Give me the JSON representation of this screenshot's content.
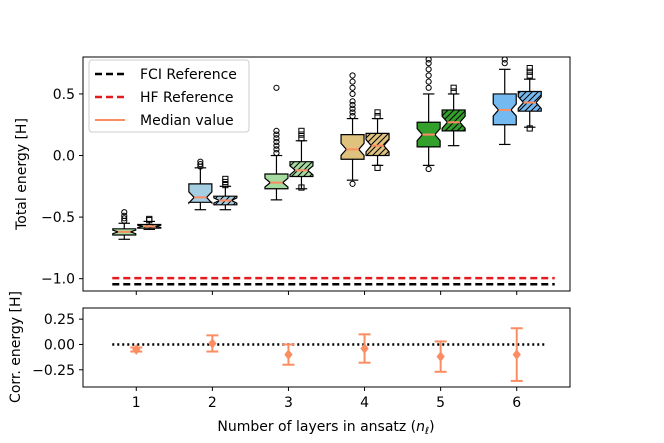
{
  "chart_data": [
    {
      "type": "box",
      "title": "",
      "xlabel": "",
      "ylabel": "Total energy [H]",
      "ylim": [
        -1.1,
        0.8
      ],
      "yticks": [
        -1.0,
        -0.5,
        0.0,
        0.5
      ],
      "ytick_labels": [
        "−1.0",
        "−0.5",
        "0.0",
        "0.5"
      ],
      "grid": false,
      "legend_placement": "top-left",
      "legend": [
        {
          "label": "FCI Reference",
          "color": "#000000",
          "style": "dashed"
        },
        {
          "label": "HF Reference",
          "color": "#e41a1c",
          "style": "dashed"
        },
        {
          "label": "Median value",
          "color": "#fc8d62",
          "style": "solid"
        }
      ],
      "references": {
        "fci": -1.045,
        "hf": -0.995
      },
      "groups": [
        {
          "layers": 1,
          "color": "#a6dba0",
          "boxes": [
            {
              "hatched": false,
              "whislo": -0.68,
              "q1": -0.645,
              "med": -0.62,
              "q3": -0.595,
              "whishi": -0.55,
              "fliers": [
                -0.53,
                -0.51,
                -0.49,
                -0.46
              ]
            },
            {
              "hatched": true,
              "whislo": -0.6,
              "q1": -0.59,
              "med": -0.575,
              "q3": -0.56,
              "whishi": -0.535,
              "fliers": [
                -0.525,
                -0.515
              ]
            }
          ]
        },
        {
          "layers": 2,
          "color": "#a6cee3",
          "boxes": [
            {
              "hatched": false,
              "whislo": -0.44,
              "q1": -0.38,
              "med": -0.34,
              "q3": -0.23,
              "whishi": -0.1,
              "fliers": [
                -0.09,
                -0.07,
                -0.05
              ]
            },
            {
              "hatched": true,
              "whislo": -0.44,
              "q1": -0.4,
              "med": -0.365,
              "q3": -0.33,
              "whishi": -0.25,
              "fliers": [
                -0.24,
                -0.215,
                -0.19
              ]
            }
          ]
        },
        {
          "layers": 3,
          "color": "#a6dba0",
          "boxes": [
            {
              "hatched": false,
              "whislo": -0.36,
              "q1": -0.27,
              "med": -0.22,
              "q3": -0.15,
              "whishi": 0.0,
              "fliers": [
                0.02,
                0.05,
                0.08,
                0.11,
                0.14,
                0.17,
                0.2,
                0.55
              ]
            },
            {
              "hatched": true,
              "whislo": -0.27,
              "q1": -0.17,
              "med": -0.12,
              "q3": -0.05,
              "whishi": 0.12,
              "fliers": [
                -0.26,
                0.14,
                0.17,
                0.2
              ]
            }
          ]
        },
        {
          "layers": 4,
          "color": "#dfc27d",
          "boxes": [
            {
              "hatched": false,
              "whislo": -0.2,
              "q1": -0.03,
              "med": 0.05,
              "q3": 0.17,
              "whishi": 0.3,
              "fliers": [
                -0.23,
                0.32,
                0.35,
                0.38,
                0.41,
                0.44,
                0.5,
                0.55,
                0.6,
                0.65
              ]
            },
            {
              "hatched": true,
              "whislo": -0.08,
              "q1": 0.0,
              "med": 0.08,
              "q3": 0.18,
              "whishi": 0.3,
              "fliers": [
                -0.1,
                0.32,
                0.35
              ]
            }
          ]
        },
        {
          "layers": 5,
          "color": "#33a02c",
          "boxes": [
            {
              "hatched": false,
              "whislo": -0.08,
              "q1": 0.07,
              "med": 0.17,
              "q3": 0.27,
              "whishi": 0.5,
              "fliers": [
                -0.11,
                0.55,
                0.6,
                0.65,
                0.7,
                0.75,
                0.78
              ]
            },
            {
              "hatched": true,
              "whislo": 0.08,
              "q1": 0.2,
              "med": 0.27,
              "q3": 0.37,
              "whishi": 0.5,
              "fliers": [
                0.52,
                0.55
              ]
            }
          ]
        },
        {
          "layers": 6,
          "color": "#74b9f0",
          "boxes": [
            {
              "hatched": false,
              "whislo": 0.09,
              "q1": 0.25,
              "med": 0.37,
              "q3": 0.5,
              "whishi": 0.7,
              "fliers": [
                0.75,
                0.78
              ]
            },
            {
              "hatched": true,
              "whislo": 0.23,
              "q1": 0.36,
              "med": 0.43,
              "q3": 0.52,
              "whishi": 0.62,
              "fliers": [
                0.22,
                0.65,
                0.68,
                0.71
              ]
            }
          ]
        }
      ]
    },
    {
      "type": "errorbar",
      "title": "",
      "xlabel": "Number of layers in ansatz (n_ℓ)",
      "xlabel_text": "Number of layers in ansatz (",
      "xlabel_symbol": "n",
      "xlabel_sub": "ℓ",
      "xlabel_close": ")",
      "ylabel": "Corr. energy [H]",
      "xlim": [
        0.3,
        6.7
      ],
      "ylim": [
        -0.42,
        0.36
      ],
      "xticks": [
        1,
        2,
        3,
        4,
        5,
        6
      ],
      "xtick_labels": [
        "1",
        "2",
        "3",
        "4",
        "5",
        "6"
      ],
      "yticks": [
        -0.25,
        0.0,
        0.25
      ],
      "ytick_labels": [
        "−0.25",
        "0.00",
        "0.25"
      ],
      "zero_line": 0.0,
      "color": "#fc8d62",
      "points": [
        {
          "x": 1,
          "y": -0.05,
          "err": 0.02
        },
        {
          "x": 2,
          "y": 0.01,
          "err": 0.08
        },
        {
          "x": 3,
          "y": -0.1,
          "err": 0.1
        },
        {
          "x": 4,
          "y": -0.04,
          "err": 0.14
        },
        {
          "x": 5,
          "y": -0.12,
          "err": 0.15
        },
        {
          "x": 6,
          "y": -0.1,
          "err": 0.26
        }
      ]
    }
  ]
}
